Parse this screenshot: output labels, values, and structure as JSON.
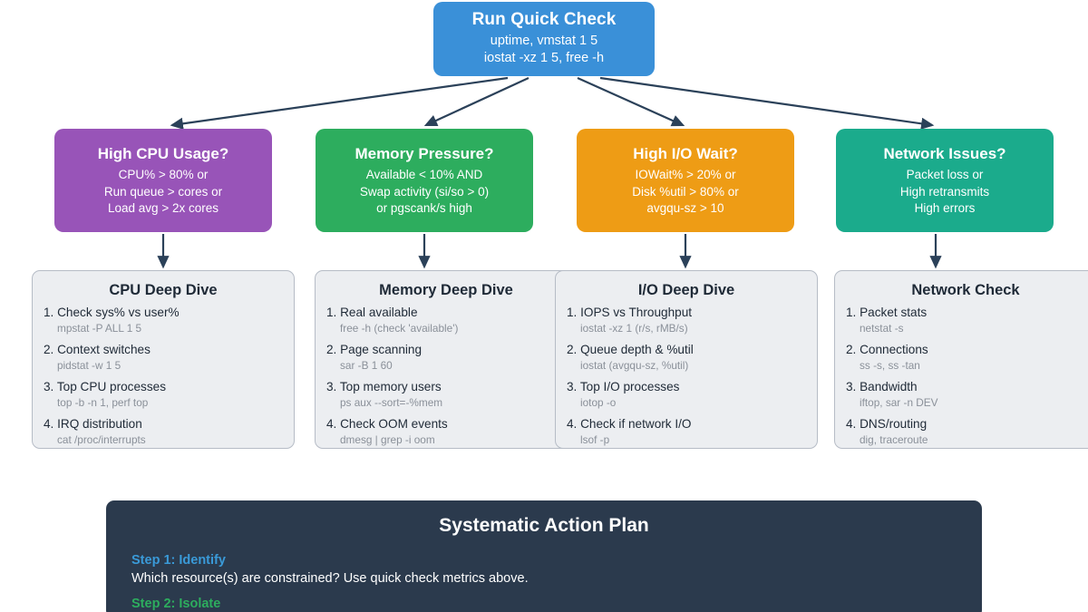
{
  "root": {
    "title": "Run Quick Check",
    "lines": [
      "uptime, vmstat 1 5",
      "iostat -xz 1 5, free -h"
    ],
    "color": "#3a90d8"
  },
  "decisions": [
    {
      "title": "High CPU Usage?",
      "lines": [
        "CPU% > 80% or",
        "Run queue > cores or",
        "Load avg > 2x cores"
      ],
      "color": "#9854b8"
    },
    {
      "title": "Memory Pressure?",
      "lines": [
        "Available < 10% AND",
        "Swap activity (si/so > 0)",
        "or pgscank/s high"
      ],
      "color": "#2dad5e"
    },
    {
      "title": "High I/O Wait?",
      "lines": [
        "IOWait% > 20% or",
        "Disk %util > 80% or",
        "avgqu-sz > 10"
      ],
      "color": "#ee9c15"
    },
    {
      "title": "Network Issues?",
      "lines": [
        "Packet loss or",
        "High retransmits",
        "High errors"
      ],
      "color": "#1bab8c"
    }
  ],
  "details": [
    {
      "title": "CPU Deep Dive",
      "steps": [
        {
          "label": "1. Check sys% vs user%",
          "cmd": "mpstat -P ALL 1 5"
        },
        {
          "label": "2. Context switches",
          "cmd": "pidstat -w 1 5"
        },
        {
          "label": "3. Top CPU processes",
          "cmd": "top -b -n 1, perf top"
        },
        {
          "label": "4. IRQ distribution",
          "cmd": "cat /proc/interrupts"
        }
      ]
    },
    {
      "title": "Memory Deep Dive",
      "steps": [
        {
          "label": "1. Real available",
          "cmd": "free -h (check 'available')"
        },
        {
          "label": "2. Page scanning",
          "cmd": "sar -B 1 60"
        },
        {
          "label": "3. Top memory users",
          "cmd": "ps aux --sort=-%mem"
        },
        {
          "label": "4. Check OOM events",
          "cmd": "dmesg | grep -i oom"
        }
      ]
    },
    {
      "title": "I/O Deep Dive",
      "steps": [
        {
          "label": "1. IOPS vs Throughput",
          "cmd": "iostat -xz 1 (r/s, rMB/s)"
        },
        {
          "label": "2. Queue depth & %util",
          "cmd": "iostat (avgqu-sz, %util)"
        },
        {
          "label": "3. Top I/O processes",
          "cmd": "iotop -o"
        },
        {
          "label": "4. Check if network I/O",
          "cmd": "lsof -p"
        }
      ]
    },
    {
      "title": "Network Check",
      "steps": [
        {
          "label": "1. Packet stats",
          "cmd": "netstat -s"
        },
        {
          "label": "2. Connections",
          "cmd": "ss -s, ss -tan"
        },
        {
          "label": "3. Bandwidth",
          "cmd": "iftop, sar -n DEV"
        },
        {
          "label": "4. DNS/routing",
          "cmd": "dig, traceroute"
        }
      ]
    }
  ],
  "action_plan": {
    "title": "Systematic Action Plan",
    "background": "#2b3a4d",
    "steps": [
      {
        "title": "Step 1: Identify",
        "title_color": "#3a9ad8",
        "text": "Which resource(s) are constrained? Use quick check metrics above."
      },
      {
        "title": "Step 2: Isolate",
        "title_color": "#2dad5e",
        "text": ""
      }
    ]
  },
  "connector_color": "#2b4159"
}
